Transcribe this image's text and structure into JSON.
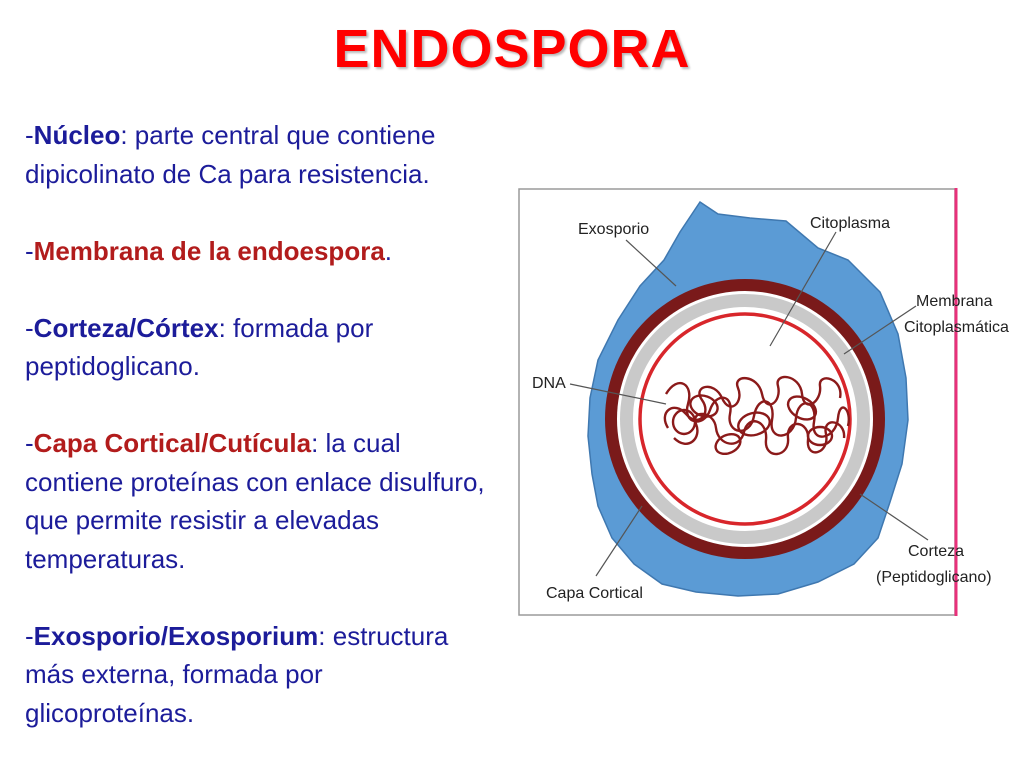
{
  "title": "ENDOSPORA",
  "items": [
    {
      "dash": "-",
      "term": "Núcleo",
      "rest": ": parte central que contiene dipicolinato de Ca para resistencia."
    },
    {
      "dash": "-",
      "term": "Membrana de la endoespora",
      "rest": "."
    },
    {
      "dash": "-",
      "term": "Corteza/Córtex",
      "rest": ": formada por peptidoglicano."
    },
    {
      "dash": "-",
      "term": "Capa Cortical/Cutícula",
      "rest": ": la cual contiene proteínas con enlace disulfuro, que permite resistir a elevadas temperaturas."
    },
    {
      "dash": "-",
      "term": "Exosporio/Exosporium",
      "rest": ": estructura más externa, formada por glicoproteínas."
    }
  ],
  "diagram": {
    "labels": {
      "exosporio": "Exosporio",
      "citoplasma": "Citoplasma",
      "membrana_1": "Membrana",
      "membrana_2": "Citoplasmática",
      "dna": "DNA",
      "corteza_1": "Corteza",
      "corteza_2": "(Peptidoglicano)",
      "capa_cortical": "Capa Cortical"
    }
  },
  "colors": {
    "title": "#ff0000",
    "text": "#1c1c9a",
    "term_red": "#b21c1c",
    "exosporium": "#5b9bd5",
    "coat": "#7a1a1a",
    "cortex": "#c9c9c9",
    "membrane": "#d8262b",
    "dna": "#8b1a1a",
    "accent_line": "#e8307a"
  }
}
